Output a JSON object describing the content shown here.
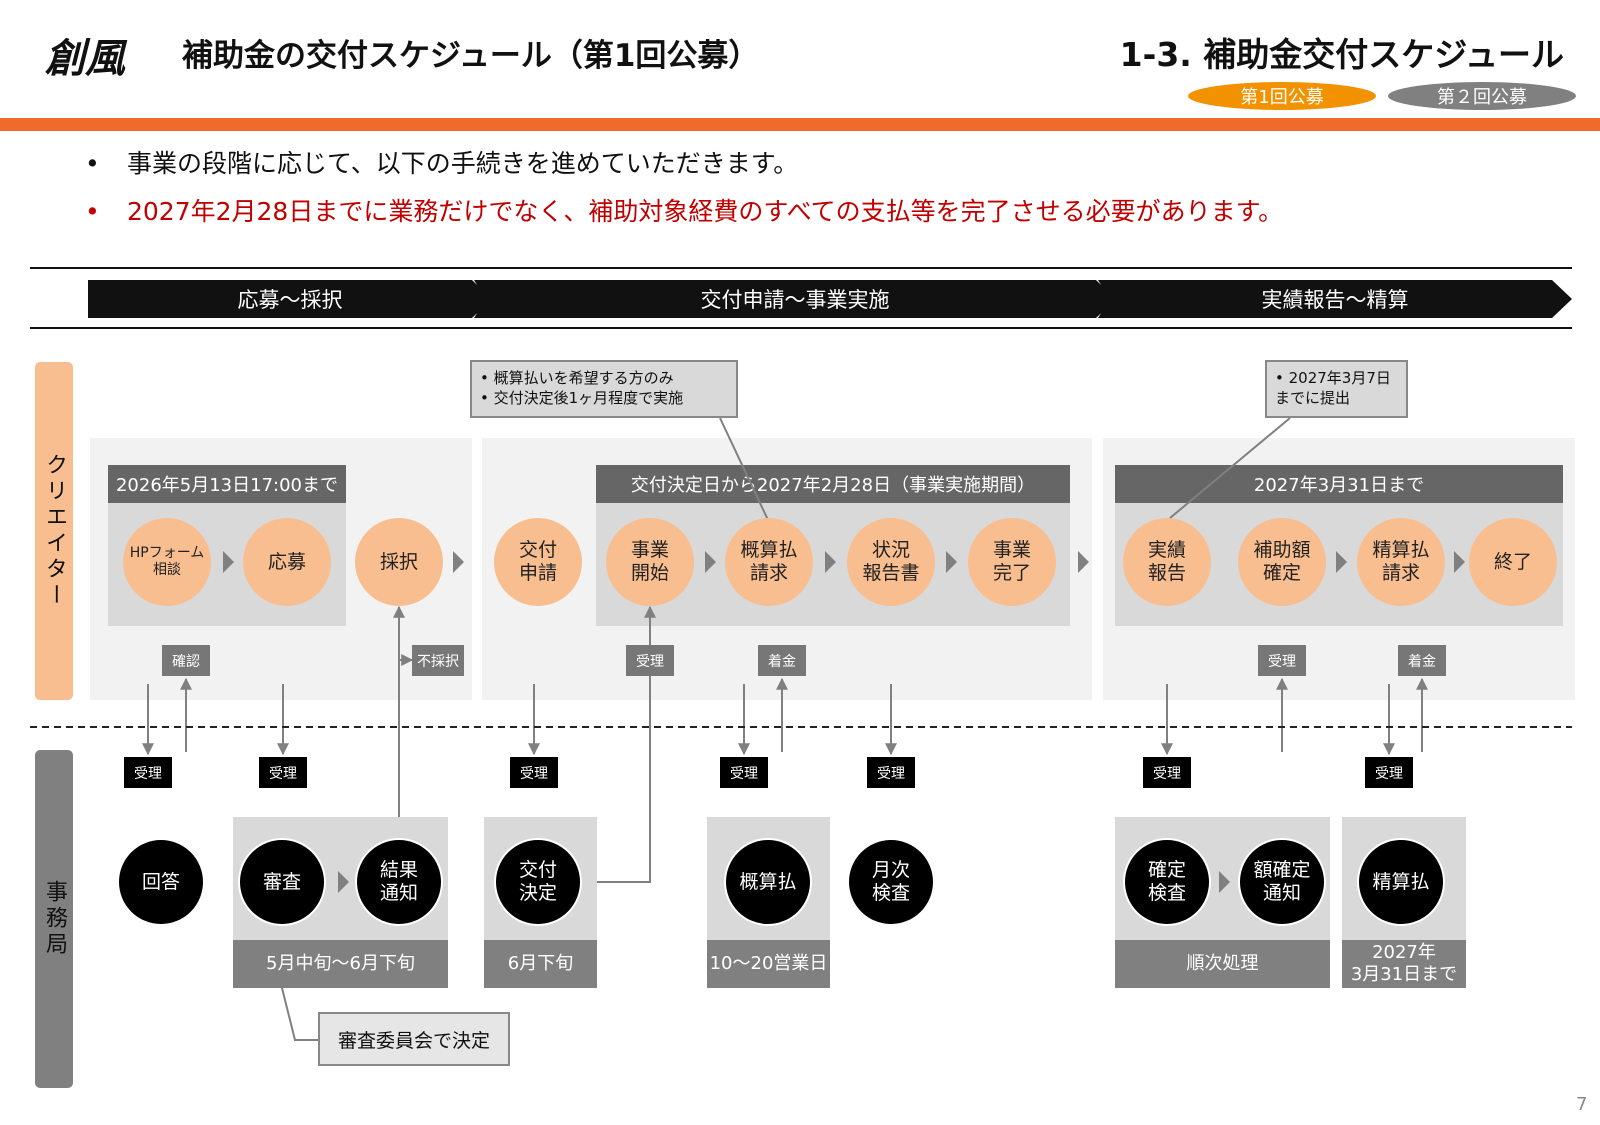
{
  "header": {
    "logo": "創風",
    "title": "補助金の交付スケジュール（第1回公募）",
    "section_title": "1-3. 補助金交付スケジュール",
    "badges": [
      {
        "label": "第1回公募",
        "color": "#F39200",
        "active": true
      },
      {
        "label": "第２回公募",
        "color": "#808080",
        "active": false
      }
    ]
  },
  "bullets": [
    {
      "text": "事業の段階に応じて、以下の手続きを進めていただきます。",
      "color": "#111111"
    },
    {
      "text": "2027年2月28日までに業務だけでなく、補助対象経費のすべての支払等を完了させる必要があります。",
      "color": "#C00000"
    }
  ],
  "phases": [
    "応募～採択",
    "交付申請～事業実施",
    "実績報告～精算"
  ],
  "lanes": {
    "creator": "クリエイター",
    "office": "事務局"
  },
  "creator": {
    "period_headers": [
      "2026年5月13日17:00まで",
      "交付決定日から2027年2月28日（事業実施期間）",
      "2027年3月31日まで"
    ],
    "steps": [
      "HPフォーム\n相談",
      "応募",
      "採択",
      "交付\n申請",
      "事業\n開始",
      "概算払\n請求",
      "状況\n報告書",
      "事業\n完了",
      "実績\n報告",
      "補助額\n確定",
      "精算払\n請求",
      "終了"
    ],
    "labels": [
      "確認",
      "不採択",
      "受理",
      "着金",
      "受理",
      "着金"
    ],
    "callouts": [
      "• 概算払いを希望する方のみ\n• 交付決定後1ヶ月程度で実施",
      "• 2027年3月7日\n  までに提出"
    ]
  },
  "office": {
    "received": [
      "受理",
      "受理",
      "受理",
      "受理",
      "受理",
      "受理",
      "受理"
    ],
    "steps": [
      "回答",
      "審査",
      "結果\n通知",
      "交付\n決定",
      "概算払",
      "月次\n検査",
      "確定\n検査",
      "額確定\n通知",
      "精算払"
    ],
    "periods": [
      "5月中旬～6月下旬",
      "6月下旬",
      "10～20営業日",
      "順次処理",
      "2027年\n3月31日まで"
    ],
    "note": "審査委員会で決定"
  },
  "colors": {
    "accent_bar": "#F26A2B",
    "creator_step": "#F8BE90",
    "office_step": "#000000",
    "warning_text": "#C00000"
  },
  "page_number": "7"
}
